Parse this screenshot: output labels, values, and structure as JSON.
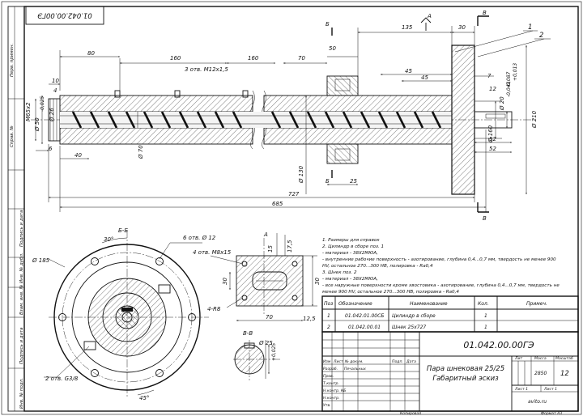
{
  "drawing": {
    "doc_code": "01.042.00.00ГЭ",
    "doc_code_stamp": "01.042.00.00ГЭ",
    "title_line1": "Пара шнековая 25/25",
    "title_line2": "Габаритный эскиз",
    "weight": "2850",
    "scale": "12",
    "sheet": "Лист 1",
    "sheets": "Лист 1",
    "copied": "Копировал",
    "format": "Формат A3",
    "watermark": "avito.ru"
  },
  "title_block_headers": {
    "lit": "Лит",
    "mass": "Масса",
    "scale": "Масштаб",
    "izm": "Изм",
    "list": "Лист",
    "doc_no": "№ докум.",
    "sign": "Подп.",
    "date": "Дата",
    "razrab": "Разраб.",
    "razrab_name": "Печальных",
    "prov": "Пров.",
    "tkontr": "Т.контр.",
    "nkontr": "Н.контр.",
    "utv": "Утв.",
    "nkb": "Н.контр. КБ"
  },
  "side_labels": {
    "perv_primen": "Перв. примен.",
    "sprav_no": "Справ. №",
    "podp_data_1": "Подпись и дата",
    "inv_dubl": "Инв. № дубл.",
    "vzam_inv": "Взам. инв. №",
    "podp_data_2": "Подпись и дата",
    "inv_podl": "Инв. № подл."
  },
  "spec_table": {
    "headers": [
      "Поз",
      "Обозначение",
      "Наименование",
      "Кол.",
      "Примеч."
    ],
    "rows": [
      [
        "1",
        "01.042.01.00СБ",
        "Цилиндр в сборе",
        "1",
        ""
      ],
      [
        "2",
        "01.042.00.01",
        "Шнек 25x727",
        "1",
        ""
      ]
    ]
  },
  "notes": [
    "1. Размеры для справок",
    "2. Цилиндр в сборе поз. 1",
    " - материал - 38Х2МЮА,",
    " - внутренние рабочие поверхность - азотирование, глубина 0,4...0,7 мм, твердость не менее 900",
    "HV, остальное 270...300 HB, полировка - Ra0,4",
    "3. Шнек поз. 2",
    " - материал - 38Х2МЮА,",
    " - все наружные поверхности кроме хвостовика - азотирование, глубина 0,4...0,7 мм, твердость не",
    "менее 900 HV, остальное 270...300 HB, полировка - Ra0,4"
  ],
  "dimensions": {
    "d80": "80",
    "d160a": "160",
    "d160b": "160",
    "d70": "70",
    "d50": "50",
    "d135": "135",
    "d30": "30",
    "d10": "10",
    "d4": "4",
    "d6": "6",
    "d40": "40",
    "d727": "727",
    "d685": "685",
    "d25": "25",
    "d52a": "52",
    "d52b": "52",
    "d45a": "45",
    "d45b": "45",
    "d7": "7",
    "d12": "12",
    "d70b": "70",
    "d12_5": "12,5",
    "d17_5": "17,5",
    "d15": "15",
    "d30b": "30",
    "d30c": "30",
    "d45deg": "45°",
    "d30deg": "30°",
    "phi185": "Ø 185",
    "phi210": "Ø 210",
    "phi160": "Ø 160",
    "phi70": "Ø 70",
    "phi130": "Ø 130",
    "phi20": "Ø 20",
    "phi50": "Ø 50",
    "phi26": "Ø 26",
    "phi25": "Ø 25",
    "m65": "M65x2",
    "holes_m12": "3 отв. M12x1,5",
    "holes_m8": "4 отв. M8x15",
    "holes_phi12": "6 отв. Ø 12",
    "holes_g3": "2 отв. G3/8",
    "r8": "4-R8",
    "tol1": "-0,025",
    "tol2": "+0,025",
    "tol3": "-0,043",
    "tol4": "-0,087",
    "tol5": "+0,013"
  },
  "labels": {
    "pos1": "1",
    "pos2": "2",
    "sec_a_top": "A",
    "sec_a_view": "A",
    "sec_b_top": "Б",
    "sec_b_bottom": "Б",
    "sec_v_top": "В",
    "sec_v_bottom": "В",
    "sec_bb": "Б-Б",
    "sec_vv": "В-В"
  }
}
